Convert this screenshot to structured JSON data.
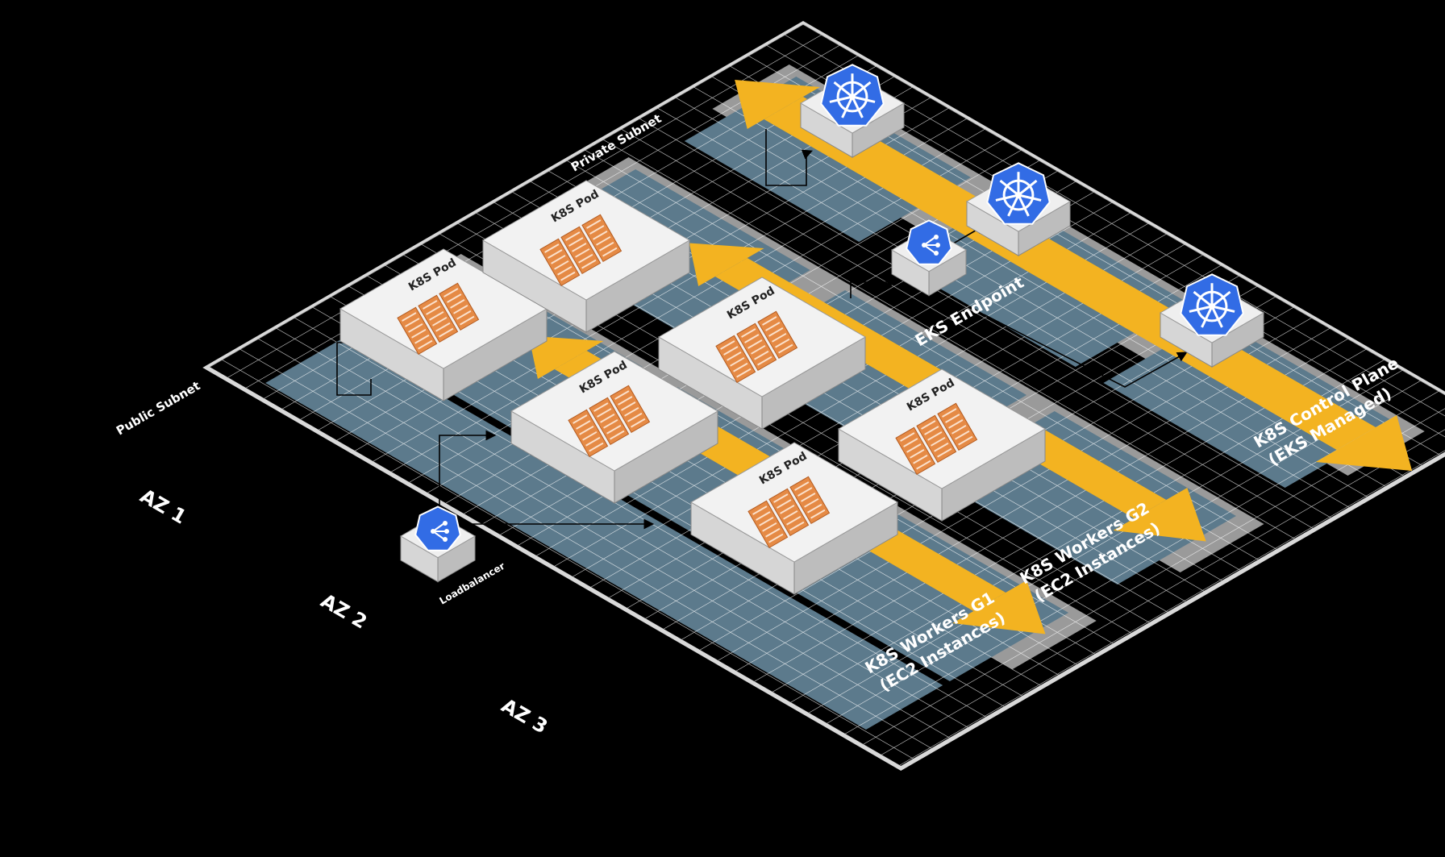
{
  "diagram": {
    "labels": {
      "public_subnet": "Public Subnet",
      "private_subnet": "Private Subnet",
      "az1": "AZ 1",
      "az2": "AZ 2",
      "az3": "AZ 3",
      "loadbalancer": "Loadbalancer",
      "eks_endpoint": "EKS Endpoint",
      "workers_g1_line1": "K8S Workers G1",
      "workers_g1_line2": "(EC2 Instances)",
      "workers_g2_line1": "K8S Workers G2",
      "workers_g2_line2": "(EC2 Instances)",
      "control_plane_line1": "K8S Control Plane",
      "control_plane_line2": "(EKS Managed)"
    },
    "pods": [
      {
        "label": "K8S Pod"
      },
      {
        "label": "K8S Pod"
      },
      {
        "label": "K8S Pod"
      },
      {
        "label": "K8S Pod"
      },
      {
        "label": "K8S Pod"
      },
      {
        "label": "K8S Pod"
      }
    ],
    "icons": {
      "control_plane_node": "kubernetes-helm-icon",
      "endpoint": "network-endpoint-icon",
      "loadbalancer": "load-balancer-icon"
    },
    "colors": {
      "background": "#000000",
      "grid_line": "#ffffff",
      "subnet_blue": "#5c7a8c",
      "subnet_gray": "#9a9a9a",
      "arrow_orange": "#f3b321",
      "pod_face": "#f2f2f2",
      "pod_chip": "#e58a45",
      "k8s_blue": "#326ce5"
    }
  }
}
